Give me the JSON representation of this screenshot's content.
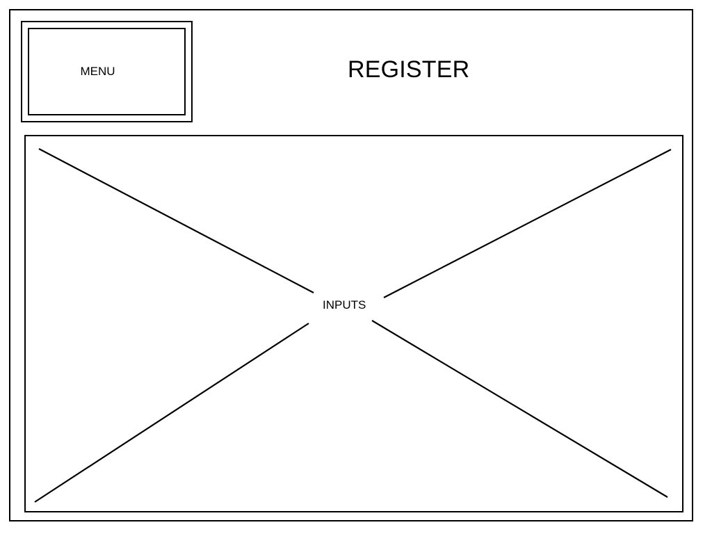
{
  "header": {
    "menu_label": "MENU",
    "title": "REGISTER"
  },
  "main": {
    "inputs_label": "INPUTS"
  },
  "colors": {
    "stroke": "#000000",
    "background": "#ffffff"
  }
}
